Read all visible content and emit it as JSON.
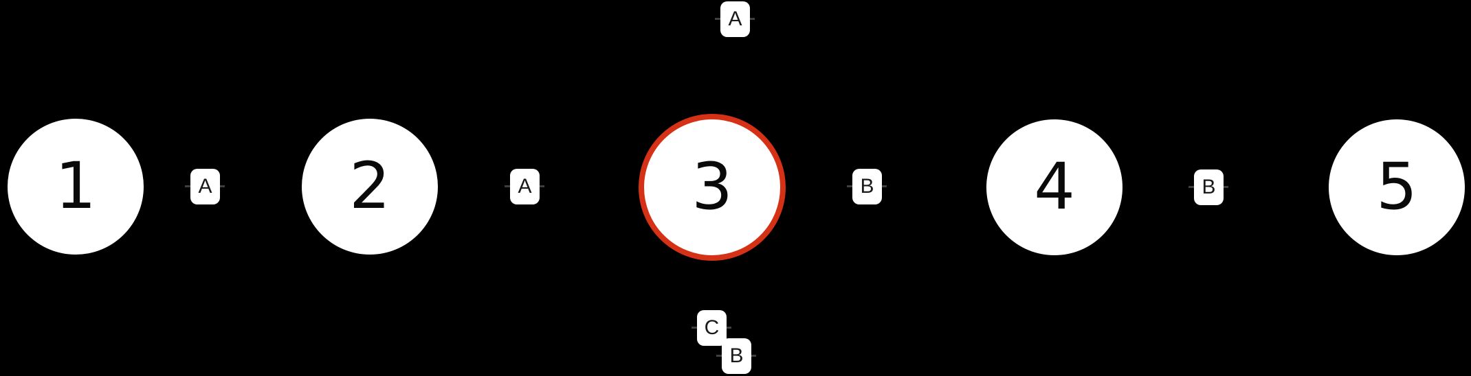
{
  "graph": {
    "selected_node": "3",
    "nodes": [
      {
        "id": "1",
        "label": "1",
        "selected": false
      },
      {
        "id": "2",
        "label": "2",
        "selected": false
      },
      {
        "id": "3",
        "label": "3",
        "selected": true
      },
      {
        "id": "4",
        "label": "4",
        "selected": false
      },
      {
        "id": "5",
        "label": "5",
        "selected": false
      }
    ],
    "edge_labels": [
      {
        "text": "A",
        "position": "between node 1 and node 2"
      },
      {
        "text": "A",
        "position": "between node 2 and node 3"
      },
      {
        "text": "B",
        "position": "between node 3 and node 4"
      },
      {
        "text": "B",
        "position": "between node 4 and node 5"
      },
      {
        "text": "A",
        "position": "above node 3"
      },
      {
        "text": "C",
        "position": "below node 3 (upper-left chip)"
      },
      {
        "text": "B",
        "position": "below node 3 (lower-right chip)"
      }
    ],
    "colors": {
      "bg": "#000000",
      "node-fill": "#ffffff",
      "node-text": "#0a0a0a",
      "ring": "#d43117",
      "label-bg": "#ffffff",
      "label-text": "#1a1a1a",
      "edge": "#3f3f3f"
    }
  }
}
